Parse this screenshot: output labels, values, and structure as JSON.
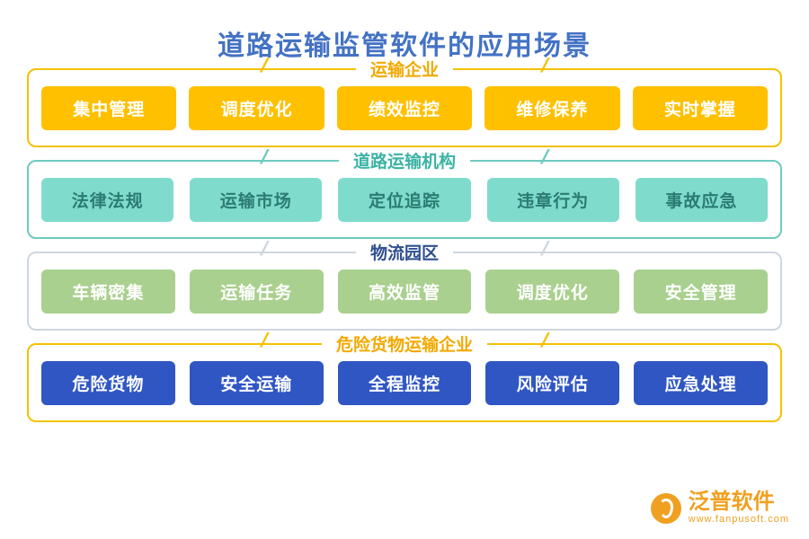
{
  "title": "道路运输监管软件的应用场景",
  "groups": [
    {
      "title": "运输企业",
      "color": "#ffc000",
      "chips": [
        "集中管理",
        "调度优化",
        "绩效监控",
        "维修保养",
        "实时掌握"
      ]
    },
    {
      "title": "道路运输机构",
      "color": "#7fdccd",
      "chips": [
        "法律法规",
        "运输市场",
        "定位追踪",
        "违章行为",
        "事故应急"
      ]
    },
    {
      "title": "物流园区",
      "color": "#a9d08e",
      "chips": [
        "车辆密集",
        "运输任务",
        "高效监管",
        "调度优化",
        "安全管理"
      ]
    },
    {
      "title": "危险货物运输企业",
      "color": "#3056c4",
      "chips": [
        "危险货物",
        "安全运输",
        "全程监控",
        "风险评估",
        "应急处理"
      ]
    }
  ],
  "decor": {
    "slash": "/"
  },
  "logo": {
    "name": "泛普软件",
    "url": "www.fanpusoft.com"
  }
}
